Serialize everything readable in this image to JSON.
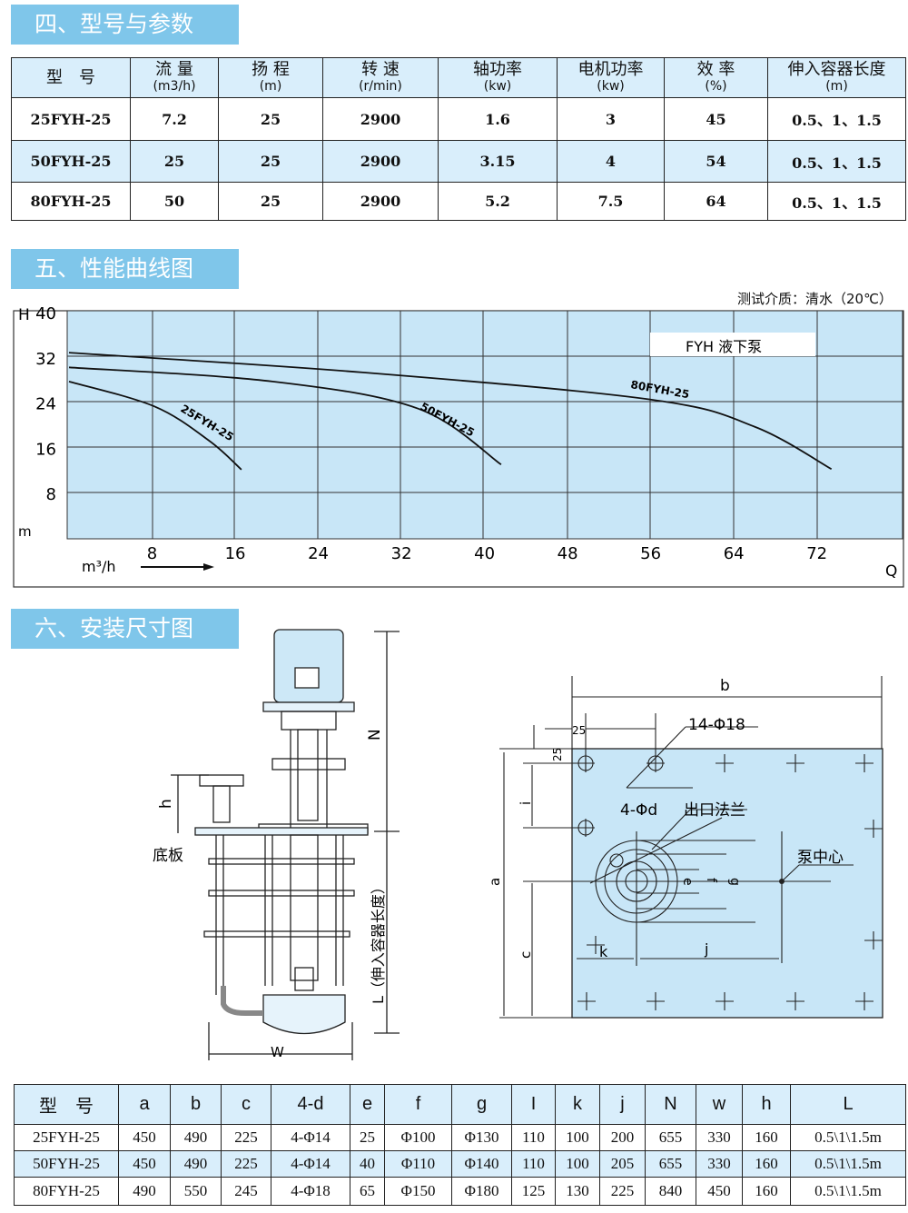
{
  "sections": {
    "params": "四、型号与参数",
    "curve": "五、性能曲线图",
    "install": "六、安装尺寸图"
  },
  "params_table": {
    "headers": [
      {
        "label": "型　号",
        "unit": ""
      },
      {
        "label": "流 量",
        "unit": "(m3/h)"
      },
      {
        "label": "扬 程",
        "unit": "(m)"
      },
      {
        "label": "转 速",
        "unit": "(r/min)"
      },
      {
        "label": "轴功率",
        "unit": "(kw)"
      },
      {
        "label": "电机功率",
        "unit": "(kw)"
      },
      {
        "label": "效 率",
        "unit": "(%)"
      },
      {
        "label": "伸入容器长度",
        "unit": "(m)"
      }
    ],
    "rows": [
      [
        "25FYH-25",
        "7.2",
        "25",
        "2900",
        "1.6",
        "3",
        "45",
        "0.5、1、1.5"
      ],
      [
        "50FYH-25",
        "25",
        "25",
        "2900",
        "3.15",
        "4",
        "54",
        "0.5、1、1.5"
      ],
      [
        "80FYH-25",
        "50",
        "25",
        "2900",
        "5.2",
        "7.5",
        "64",
        "0.5、1、1.5"
      ]
    ]
  },
  "chart_data": {
    "type": "line",
    "title": "FYH 液下泵",
    "subtitle": "测试介质：清水（20℃）",
    "ylabel": "H",
    "yunit": "m",
    "xlabel": "Q",
    "xunit": "m³/h",
    "yticks": [
      40,
      32,
      24,
      16,
      8
    ],
    "xticks": [
      8,
      16,
      24,
      32,
      40,
      48,
      56,
      64,
      72
    ],
    "ylim": [
      0,
      40
    ],
    "xlim": [
      0,
      80
    ],
    "grid": true,
    "series": [
      {
        "name": "25FYH-25",
        "x": [
          0,
          8.2,
          13.5,
          16.6
        ],
        "y": [
          28,
          23.6,
          17.5,
          12.4
        ]
      },
      {
        "name": "50FYH-25",
        "x": [
          0,
          19.6,
          33.6,
          41.6
        ],
        "y": [
          30.5,
          28,
          23.2,
          13.3
        ]
      },
      {
        "name": "80FYH-25",
        "x": [
          0,
          28.3,
          56,
          66,
          73.4
        ],
        "y": [
          33.1,
          29.6,
          24.8,
          20,
          12.5
        ]
      }
    ]
  },
  "pump_drawing": {
    "N": "N",
    "h": "h",
    "base": "底板",
    "L": "L（伸入容器长度）",
    "W": "W"
  },
  "plate_drawing": {
    "b": "b",
    "a": "a",
    "c": "c",
    "i": "i",
    "k": "k",
    "j": "j",
    "e": "e",
    "f": "f",
    "g": "g",
    "d25a": "25",
    "d25b": "25",
    "holes": "14-Φ18",
    "flange_holes": "4-Φd",
    "outlet": "出口法兰",
    "center": "泵中心"
  },
  "dim_table": {
    "headers": [
      "型　号",
      "a",
      "b",
      "c",
      "4-d",
      "e",
      "f",
      "g",
      "I",
      "k",
      "j",
      "N",
      "w",
      "h",
      "L"
    ],
    "rows": [
      [
        "25FYH-25",
        "450",
        "490",
        "225",
        "4-Φ14",
        "25",
        "Φ100",
        "Φ130",
        "110",
        "100",
        "200",
        "655",
        "330",
        "160",
        "0.5\\1\\1.5m"
      ],
      [
        "50FYH-25",
        "450",
        "490",
        "225",
        "4-Φ14",
        "40",
        "Φ110",
        "Φ140",
        "110",
        "100",
        "205",
        "655",
        "330",
        "160",
        "0.5\\1\\1.5m"
      ],
      [
        "80FYH-25",
        "490",
        "550",
        "245",
        "4-Φ18",
        "65",
        "Φ150",
        "Φ180",
        "125",
        "130",
        "225",
        "840",
        "450",
        "160",
        "0.5\\1\\1.5m"
      ]
    ]
  }
}
